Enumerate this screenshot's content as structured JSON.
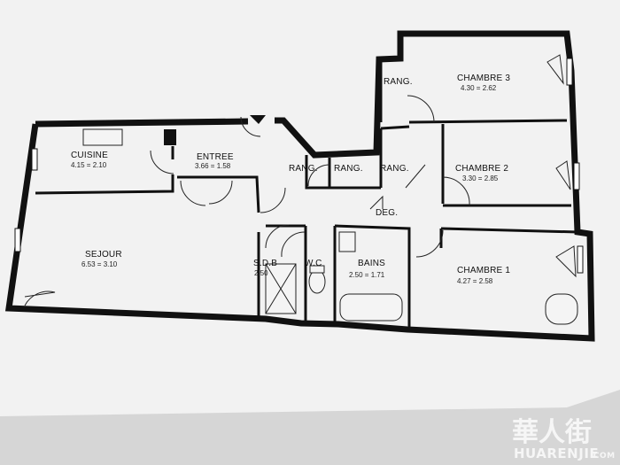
{
  "rooms": {
    "cuisine": {
      "name": "CUISINE",
      "dim": "4.15 = 2.10"
    },
    "entree": {
      "name": "ENTREE",
      "dim": "3.66 = 1.58"
    },
    "sejour": {
      "name": "SEJOUR",
      "dim": "6.53 = 3.10"
    },
    "rang_a": {
      "name": "RANG."
    },
    "rang_b": {
      "name": "RANG."
    },
    "rang_c": {
      "name": "RANG."
    },
    "rang_top": {
      "name": "RANG."
    },
    "chambre3": {
      "name": "CHAMBRE 3",
      "dim": "4.30 = 2.62"
    },
    "chambre2": {
      "name": "CHAMBRE 2",
      "dim": "3.30 = 2.85"
    },
    "chambre1": {
      "name": "CHAMBRE 1",
      "dim": "4.27 = 2.58"
    },
    "deg": {
      "name": "DEG."
    },
    "sdb": {
      "name": "S.D.B",
      "dim": "2.50"
    },
    "wc": {
      "name": "W.C"
    },
    "bains": {
      "name": "BAINS",
      "dim": "2.50 = 1.71"
    }
  },
  "watermark": {
    "chinese": "華人街",
    "latin": "HUARENJIE",
    "suffix": ".COM"
  },
  "colors": {
    "background": "#dcdcdc",
    "paper": "#f2f2f2",
    "ink": "#111111",
    "watermark": "#f6f6f6"
  }
}
